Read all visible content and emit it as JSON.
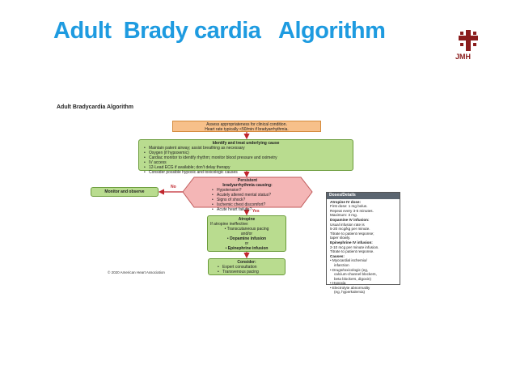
{
  "slide": {
    "title": "Adult  Brady cardia   Algorithm",
    "logo_text": "JMH"
  },
  "figure": {
    "title": "Adult Bradycardia Algorithm",
    "copyright": "© 2020 American Heart Association",
    "assess": {
      "line1": "Assess appropriateness for clinical condition.",
      "line2": "Heart rate typically <50/min if bradyarrhythmia."
    },
    "identify": {
      "title": "Identify and treat underlying cause",
      "items": [
        "Maintain patent airway; assist breathing as necessary",
        "Oxygen (if hypoxemic)",
        "Cardiac monitor to identify rhythm; monitor blood pressure and oximetry",
        "IV access",
        "12-Lead ECG if available; don't delay therapy",
        "Consider possible hypoxic and toxicologic causes"
      ]
    },
    "persistent": {
      "title_line1": "Persistent",
      "title_line2": "bradyarrhythmia causing:",
      "items": [
        "Hypotension?",
        "Acutely altered mental status?",
        "Signs of shock?",
        "Ischemic chest discomfort?",
        "Acute heart failure?"
      ]
    },
    "no_label": "No",
    "yes_label": "Yes",
    "monitor": "Monitor and observe",
    "atropine": {
      "title": "Atropine",
      "line1": "If atropine ineffective:",
      "line2": "Transcutaneous pacing",
      "line3": "and/or",
      "line4": "Dopamine infusion",
      "line5": "or",
      "line6": "Epinephrine infusion"
    },
    "consider": {
      "title": "Consider:",
      "items": [
        "Expert consultation",
        "Transvenous pacing"
      ]
    },
    "doses": {
      "header": "Doses/Details",
      "atropine_head": "Atropine IV dose:",
      "atropine_lines": [
        "First dose: 1 mg bolus.",
        "Repeat every 3-5 minutes.",
        "Maximum: 3 mg."
      ],
      "dopamine_head": "Dopamine IV infusion:",
      "dopamine_lines": [
        "Usual infusion rate is",
        "5-20 mcg/kg per minute.",
        "Titrate to patient response;",
        "taper slowly."
      ],
      "epi_head": "Epinephrine IV infusion:",
      "epi_lines": [
        "2-10 mcg per minute infusion.",
        "Titrate to patient response."
      ],
      "causes_head": "Causes:",
      "causes_lines": [
        "Myocardial ischemia/",
        "infarction",
        "Drugs/toxicologic (eg,",
        "calcium-channel blockers,",
        "beta blockers, digoxin)",
        "Hypoxia",
        "Electrolyte abnormality",
        "(eg, hyperkalemia)"
      ]
    }
  },
  "colors": {
    "title_blue": "#1e9be0",
    "orange_fill": "#f7c08a",
    "green_fill": "#b9dc8f",
    "pink_fill": "#f4b6b6",
    "arrow_red": "#c0262d",
    "logo_red": "#8a1c1c"
  }
}
